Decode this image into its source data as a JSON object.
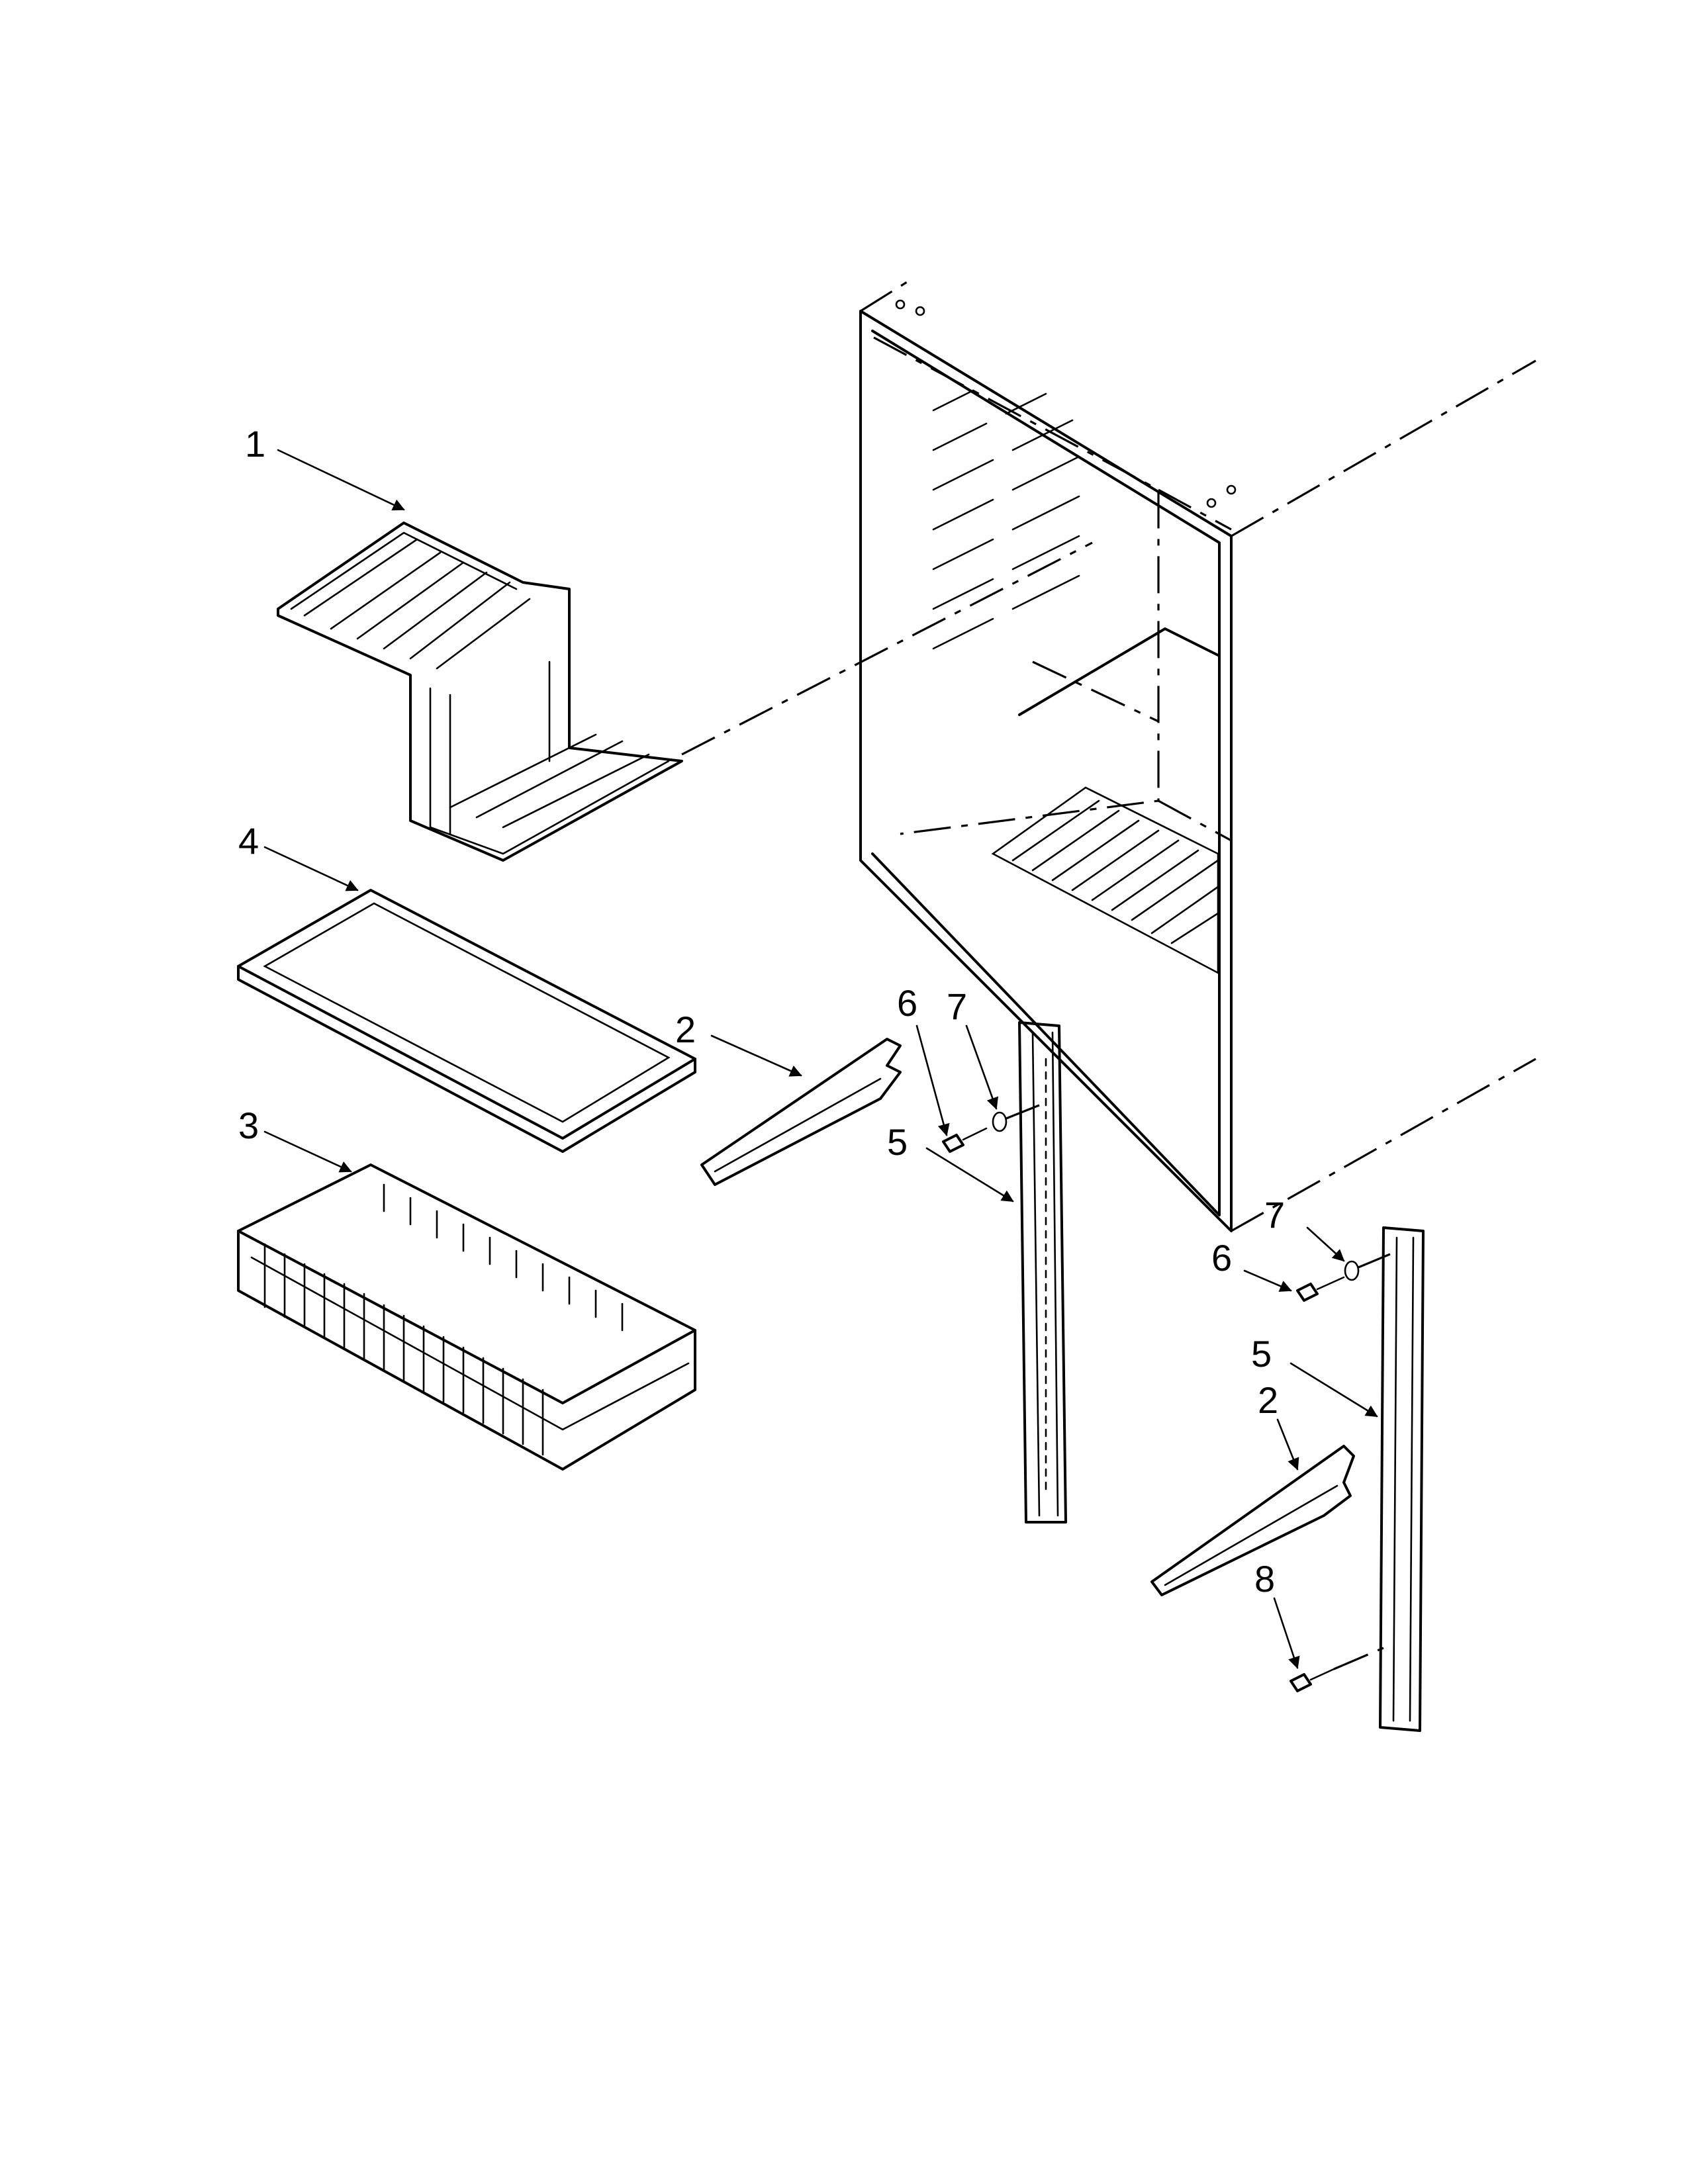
{
  "callouts": {
    "c1": "1",
    "c4": "4",
    "c3": "3",
    "c2a": "2",
    "c6a": "6",
    "c7a": "7",
    "c5a": "5",
    "c7b": "7",
    "c6b": "6",
    "c5b": "5",
    "c2b": "2",
    "c8": "8"
  },
  "colors": {
    "line": "#000000",
    "background": "#ffffff"
  }
}
